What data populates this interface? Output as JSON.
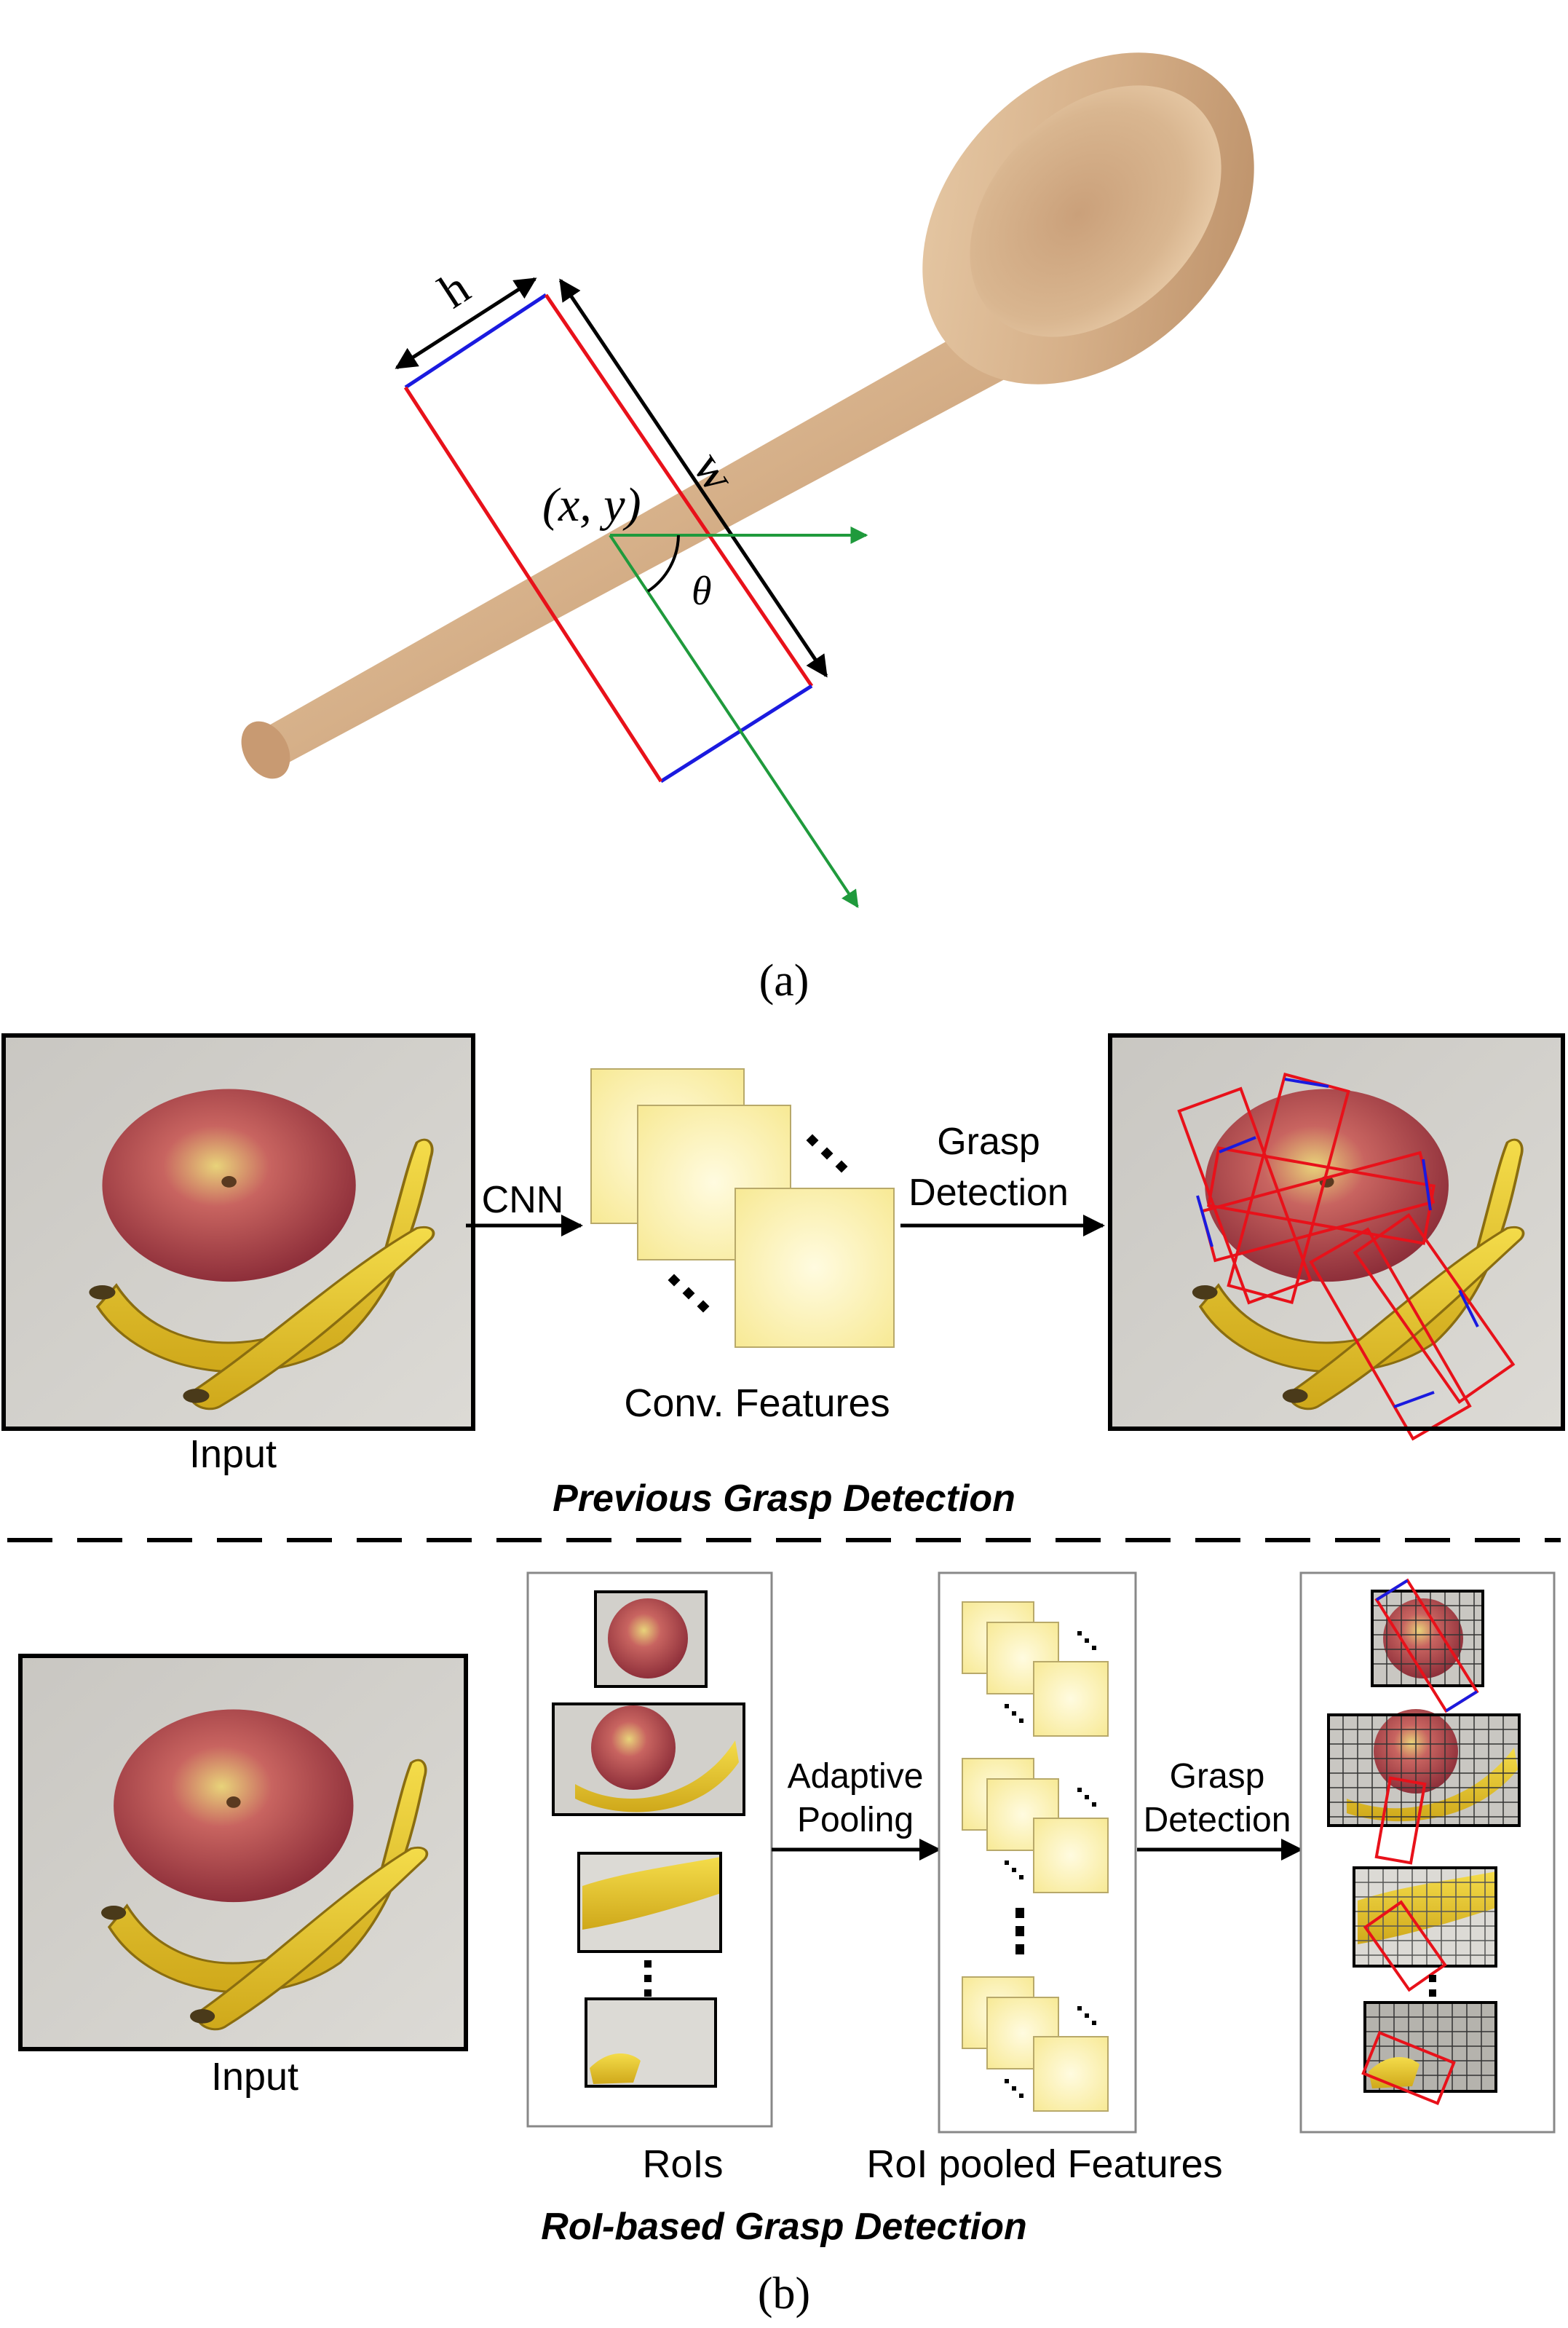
{
  "part_a": {
    "label_h": "h",
    "label_w": "w",
    "label_xy": "(x, y)",
    "label_theta": "θ",
    "caption": "(a)"
  },
  "part_b": {
    "previous": {
      "input_label": "Input",
      "cnn_label": "CNN",
      "grasp_label_line1": "Grasp",
      "grasp_label_line2": "Detection",
      "features_label": "Conv. Features",
      "section_title": "Previous Grasp Detection"
    },
    "roi_based": {
      "input_label": "Input",
      "adaptive_line1": "Adaptive",
      "adaptive_line2": "Pooling",
      "grasp_line1": "Grasp",
      "grasp_line2": "Detection",
      "rois_label": "RoIs",
      "pooled_label": "RoI pooled Features",
      "section_title": "RoI-based Grasp Detection"
    },
    "caption": "(b)"
  },
  "colors": {
    "grasp_red": "#e8111a",
    "grasp_blue": "#1a1adf",
    "axis_green": "#1f9a3c",
    "feature_yellow": "#fbf0a0",
    "wood": "#d8b48e"
  }
}
